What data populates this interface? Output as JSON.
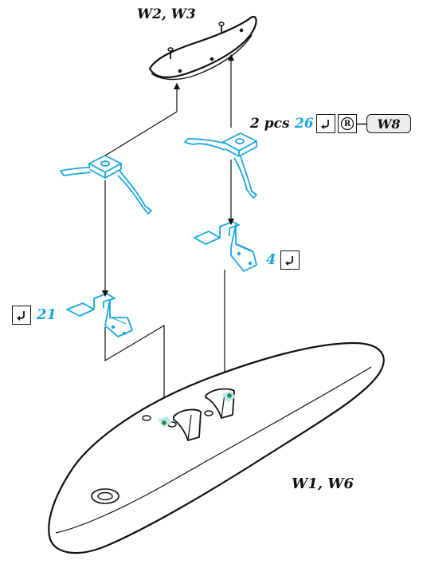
{
  "labels": {
    "top_part": "W2, W3",
    "bottom_part": "W1, W6",
    "quantity_prefix": "2 pcs",
    "part_26": "26",
    "part_4": "4",
    "part_21": "21",
    "ref_part": "W8",
    "ref_symbol": "R"
  },
  "colors": {
    "ink": "#111111",
    "cyan": "#1aa7e0",
    "green": "#2a8a3a",
    "ref_fill": "#ececec"
  },
  "icons": {
    "glue": "glue-icon",
    "ref": "ref-r-icon"
  }
}
